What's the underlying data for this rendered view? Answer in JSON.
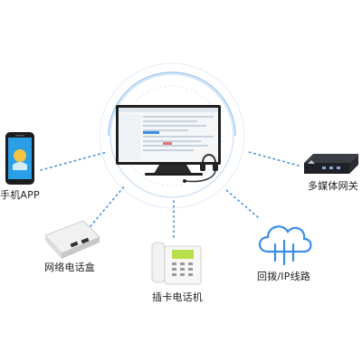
{
  "devices": {
    "mobile_app": {
      "label": "手机APP",
      "icon": "smartphone-icon"
    },
    "network_phone_box": {
      "label": "网络电话盒",
      "icon": "network-box-icon"
    },
    "sim_desk_phone": {
      "label": "插卡电话机",
      "icon": "desk-phone-icon"
    },
    "callback_ip_line": {
      "label": "回拨/IP线路",
      "icon": "cloud-icon"
    },
    "media_gateway": {
      "label": "多媒体网关",
      "icon": "gateway-icon"
    }
  },
  "center": {
    "icon": "monitor-with-headset-icon"
  },
  "colors": {
    "accent": "#3a8ee6",
    "dots": "#4a90d9",
    "ring": "#9cc6ee"
  }
}
